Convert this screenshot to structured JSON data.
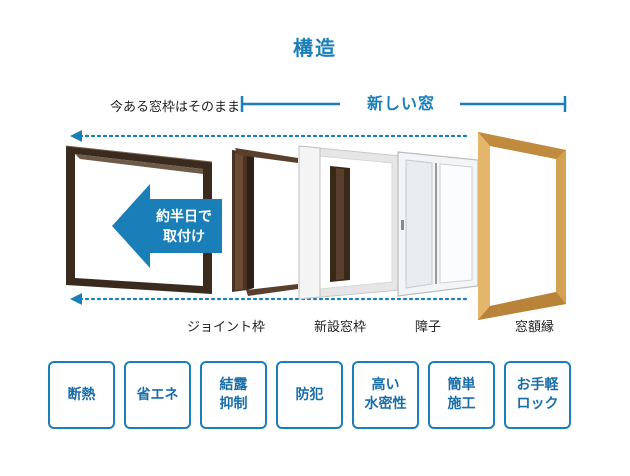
{
  "title": "構造",
  "existing_label": "今ある窓枠はそのまま",
  "new_label": "新しい窓",
  "badge": {
    "line1": "約半日で",
    "line2": "取付け"
  },
  "parts": [
    "ジョイント枠",
    "新設窓枠",
    "障子",
    "窓額縁"
  ],
  "features": [
    "断熱",
    "省エネ",
    "結露\n抑制",
    "防犯",
    "高い\n水密性",
    "簡単\n施工",
    "お手軽\nロック"
  ],
  "colors": {
    "accent": "#1a7fb8",
    "dark_frame": "#3b2a1e",
    "wood": "#d4a252"
  }
}
